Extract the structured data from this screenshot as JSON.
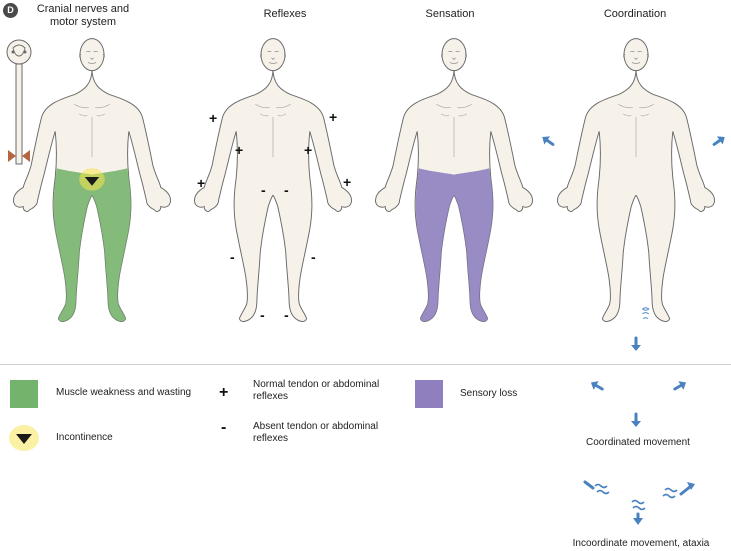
{
  "figure": {
    "badge": "D",
    "panels": [
      {
        "title_line1": "Cranial nerves and",
        "title_line2": "motor system"
      },
      {
        "title_line1": "Reflexes",
        "title_line2": ""
      },
      {
        "title_line1": "Sensation",
        "title_line2": ""
      },
      {
        "title_line1": "Coordination",
        "title_line2": ""
      }
    ],
    "reflex_signs": {
      "plus": "+",
      "minus": "-"
    }
  },
  "legend": {
    "muscle": "Muscle weakness and wasting",
    "incontinence": "Incontinence",
    "normal_reflex_line1": "Normal tendon or abdominal",
    "normal_reflex_line2": "reflexes",
    "absent_reflex_line1": "Absent tendon or abdominal",
    "absent_reflex_line2": "reflexes",
    "sensory": "Sensory loss",
    "coordinated": "Coordinated movement",
    "incoordinate": "Incoordinate movement, ataxia"
  },
  "colors": {
    "skin": "#f6f1e9",
    "outline": "#6a6a6a",
    "muscle_green": "#74b36b",
    "sensory_purple": "#8f7fbf",
    "arrow_blue": "#4a82c0",
    "glow_yellow": "#f5e44a"
  }
}
